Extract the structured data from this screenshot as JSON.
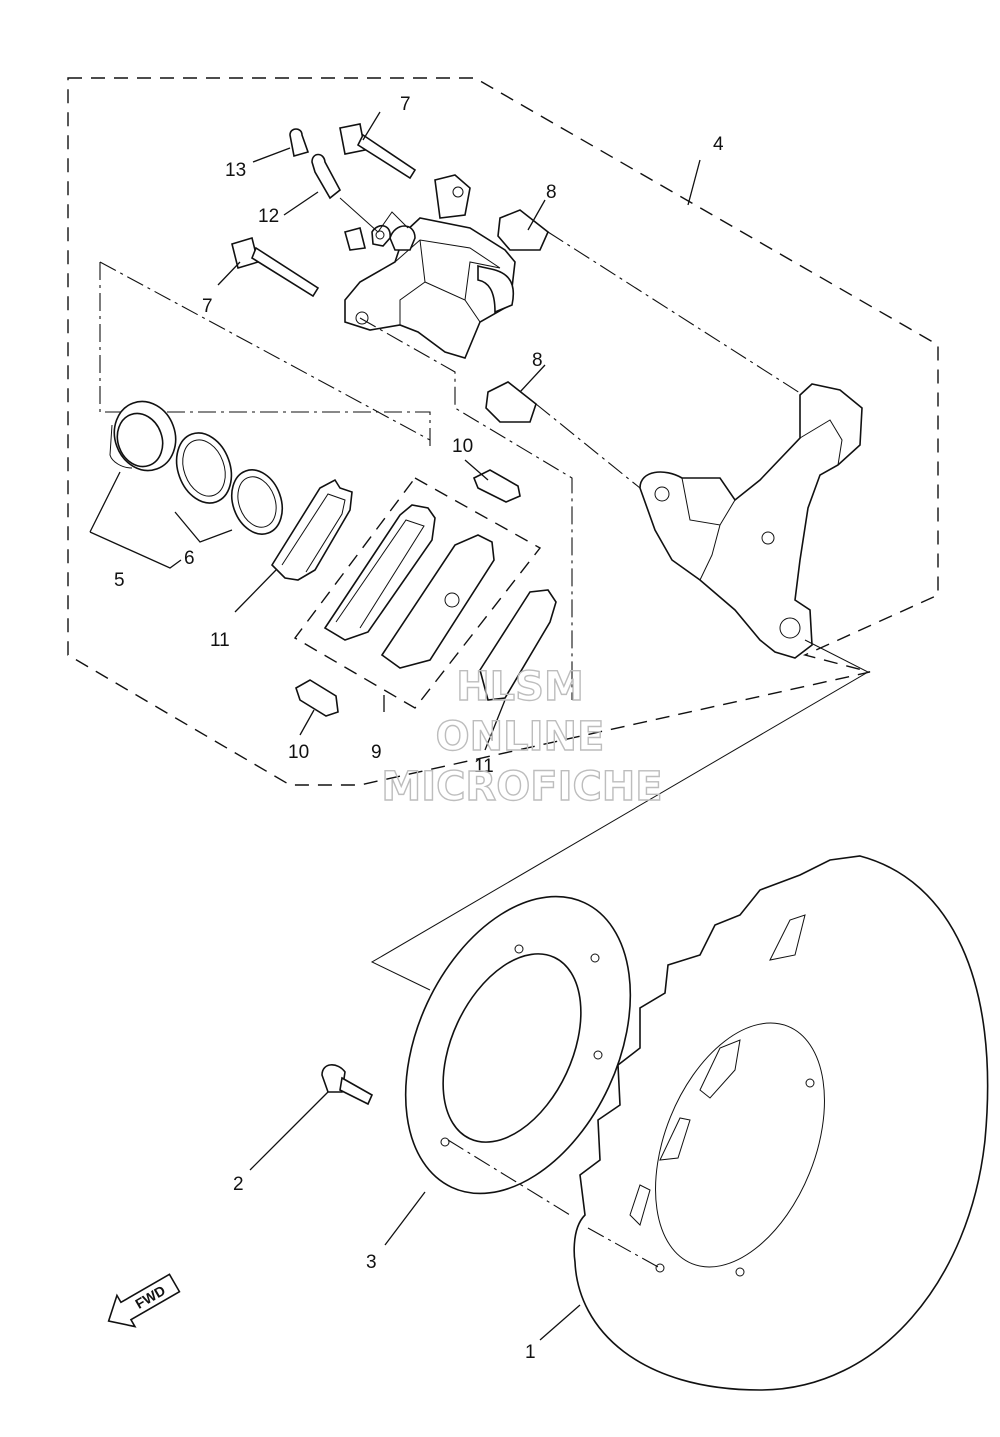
{
  "callouts": [
    {
      "id": "c1",
      "label": "1"
    },
    {
      "id": "c2",
      "label": "2"
    },
    {
      "id": "c3",
      "label": "3"
    },
    {
      "id": "c4",
      "label": "4"
    },
    {
      "id": "c5",
      "label": "5"
    },
    {
      "id": "c6",
      "label": "6"
    },
    {
      "id": "c7a",
      "label": "7"
    },
    {
      "id": "c7b",
      "label": "7"
    },
    {
      "id": "c8a",
      "label": "8"
    },
    {
      "id": "c8b",
      "label": "8"
    },
    {
      "id": "c9",
      "label": "9"
    },
    {
      "id": "c10a",
      "label": "10"
    },
    {
      "id": "c10b",
      "label": "10"
    },
    {
      "id": "c11a",
      "label": "11"
    },
    {
      "id": "c11b",
      "label": "11"
    },
    {
      "id": "c12",
      "label": "12"
    },
    {
      "id": "c13",
      "label": "13"
    }
  ],
  "watermark": {
    "line1": "HLSM",
    "line2": "ONLINE",
    "line3": "MICROFICHE"
  },
  "fwd_label": "FWD"
}
